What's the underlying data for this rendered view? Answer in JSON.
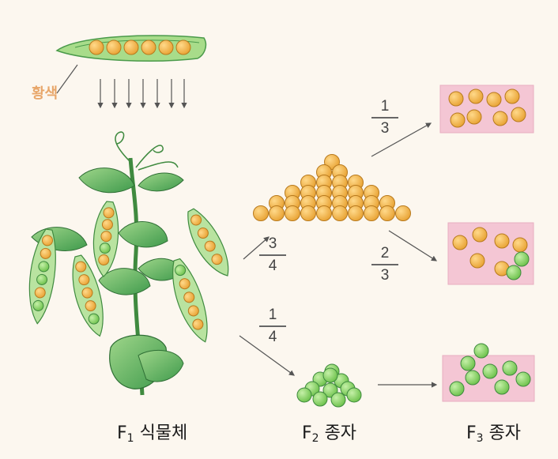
{
  "seed_color_label": "황색",
  "stages": {
    "f1": {
      "prefix": "F",
      "sub": "1",
      "text": " 식물체"
    },
    "f2": {
      "prefix": "F",
      "sub": "2",
      "text": " 종자"
    },
    "f3": {
      "prefix": "F",
      "sub": "3",
      "text": " 종자"
    }
  },
  "ratios": {
    "f2_yellow": {
      "num": "3",
      "den": "4"
    },
    "f2_green": {
      "num": "1",
      "den": "4"
    },
    "f3_all_yellow": {
      "num": "1",
      "den": "3"
    },
    "f3_mixed": {
      "num": "2",
      "den": "3"
    }
  },
  "colors": {
    "yellow_seed": "#f2b544",
    "green_seed": "#8fd66a",
    "box": "#f4c6d4",
    "arrow": "#555555",
    "label_accent": "#e8a76b"
  }
}
